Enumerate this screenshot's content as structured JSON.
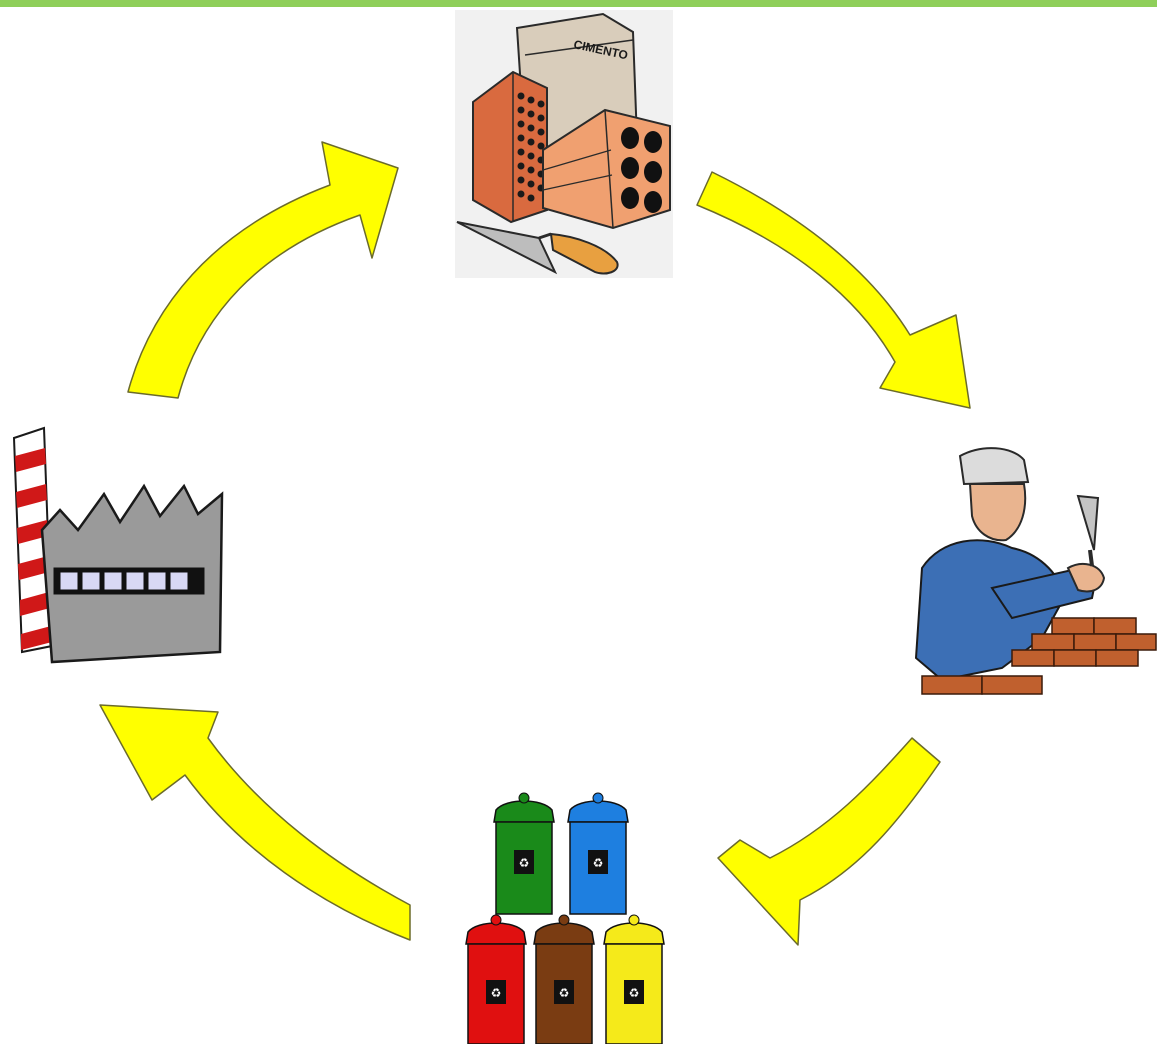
{
  "diagram": {
    "type": "recycling-cycle",
    "colors": {
      "top_bar": "#8fcf5a",
      "arrow_fill": "#ffff00",
      "arrow_stroke": "#7a7a3a"
    },
    "nodes": [
      {
        "id": "building-materials",
        "icon": "bricks-cement-trowel-icon",
        "label_on_sack": "CIMENTO"
      },
      {
        "id": "construction",
        "icon": "bricklayer-worker-icon"
      },
      {
        "id": "recycling-bins",
        "icon": "recycling-bins-icon",
        "bin_colors": [
          "#1a8a1a",
          "#1e7fe0",
          "#e01010",
          "#7a3c12",
          "#f5ea1a"
        ]
      },
      {
        "id": "factory",
        "icon": "factory-icon"
      }
    ],
    "arrows": [
      {
        "from": "building-materials",
        "to": "construction"
      },
      {
        "from": "construction",
        "to": "recycling-bins"
      },
      {
        "from": "recycling-bins",
        "to": "factory"
      },
      {
        "from": "factory",
        "to": "building-materials"
      }
    ]
  }
}
